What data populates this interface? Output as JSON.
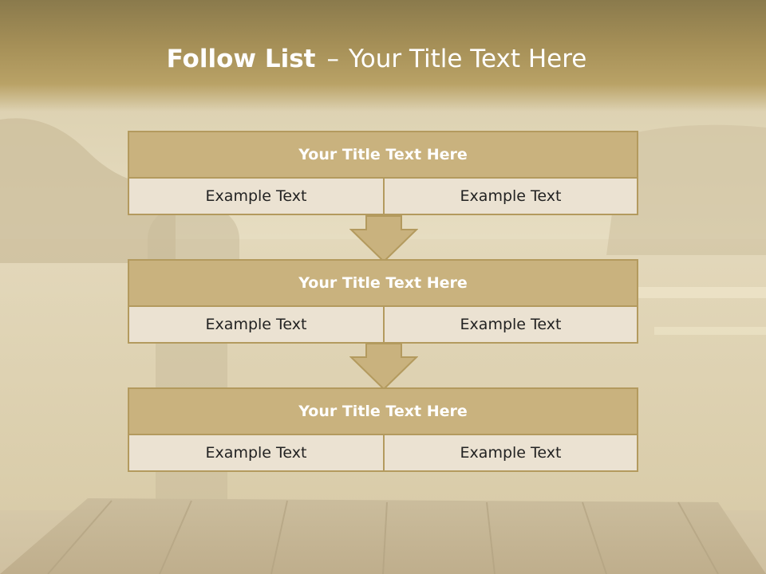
{
  "slide": {
    "title_bold": "Follow List",
    "title_sep": "–",
    "title_rest": "Your Title Text Here"
  },
  "steps": [
    {
      "title": "Your Title Text Here",
      "left": "Example Text",
      "right": "Example Text"
    },
    {
      "title": "Your Title Text Here",
      "left": "Example Text",
      "right": "Example Text"
    },
    {
      "title": "Your Title Text Here",
      "left": "Example Text",
      "right": "Example Text"
    }
  ],
  "colors": {
    "header_fill": "#c9b27e",
    "border": "#b39a5e",
    "cell_fill": "#ebe2d2",
    "arrow_fill": "#c9b27e"
  },
  "icons": [
    "down-arrow-icon",
    "down-arrow-icon"
  ]
}
